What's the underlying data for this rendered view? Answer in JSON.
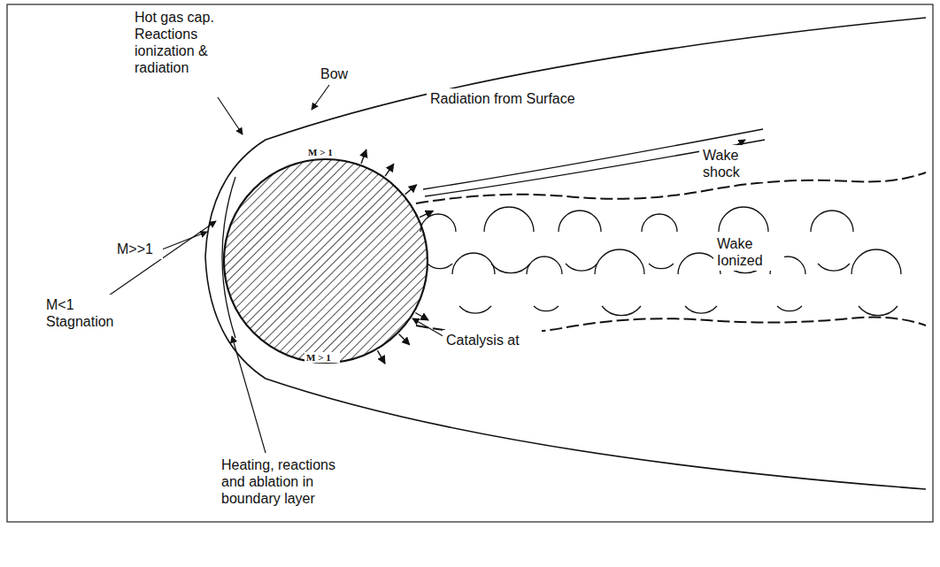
{
  "diagram": {
    "labels": [
      "Hot gas cap. Reactions ionization & radiation",
      "Bow",
      "Radiation from Surface",
      "Wake shock",
      "M>>1",
      "M > 1",
      "Wake Ionized",
      "M<1 Stagnation",
      "Catalysis at",
      "M > 1",
      "Heating, reactions and ablation in boundary layer"
    ]
  }
}
